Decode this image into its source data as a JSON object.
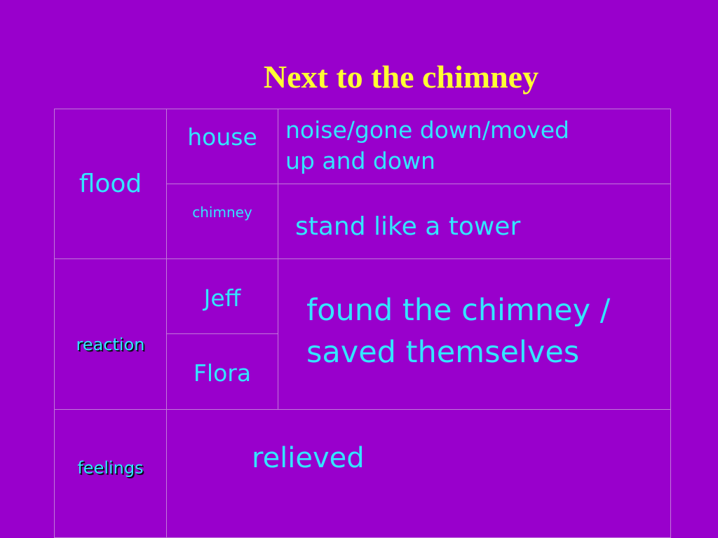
{
  "slide": {
    "title": "Next to the chimney",
    "colors": {
      "background": "#9900cc",
      "title": "#ffff33",
      "text": "#33e6ff",
      "grid": "#c27ad9"
    },
    "table": {
      "flood": {
        "label": "flood",
        "house": {
          "label": "house",
          "detail_line1": "noise/gone down/moved",
          "detail_line2": "up and down"
        },
        "chimney": {
          "label": "chimney",
          "detail": "stand like a tower"
        }
      },
      "reaction": {
        "label": "reaction",
        "jeff": "Jeff",
        "flora": "Flora",
        "detail_line1": "found the chimney /",
        "detail_line2": "saved themselves"
      },
      "feelings": {
        "label": "feelings",
        "detail": "relieved"
      }
    }
  }
}
